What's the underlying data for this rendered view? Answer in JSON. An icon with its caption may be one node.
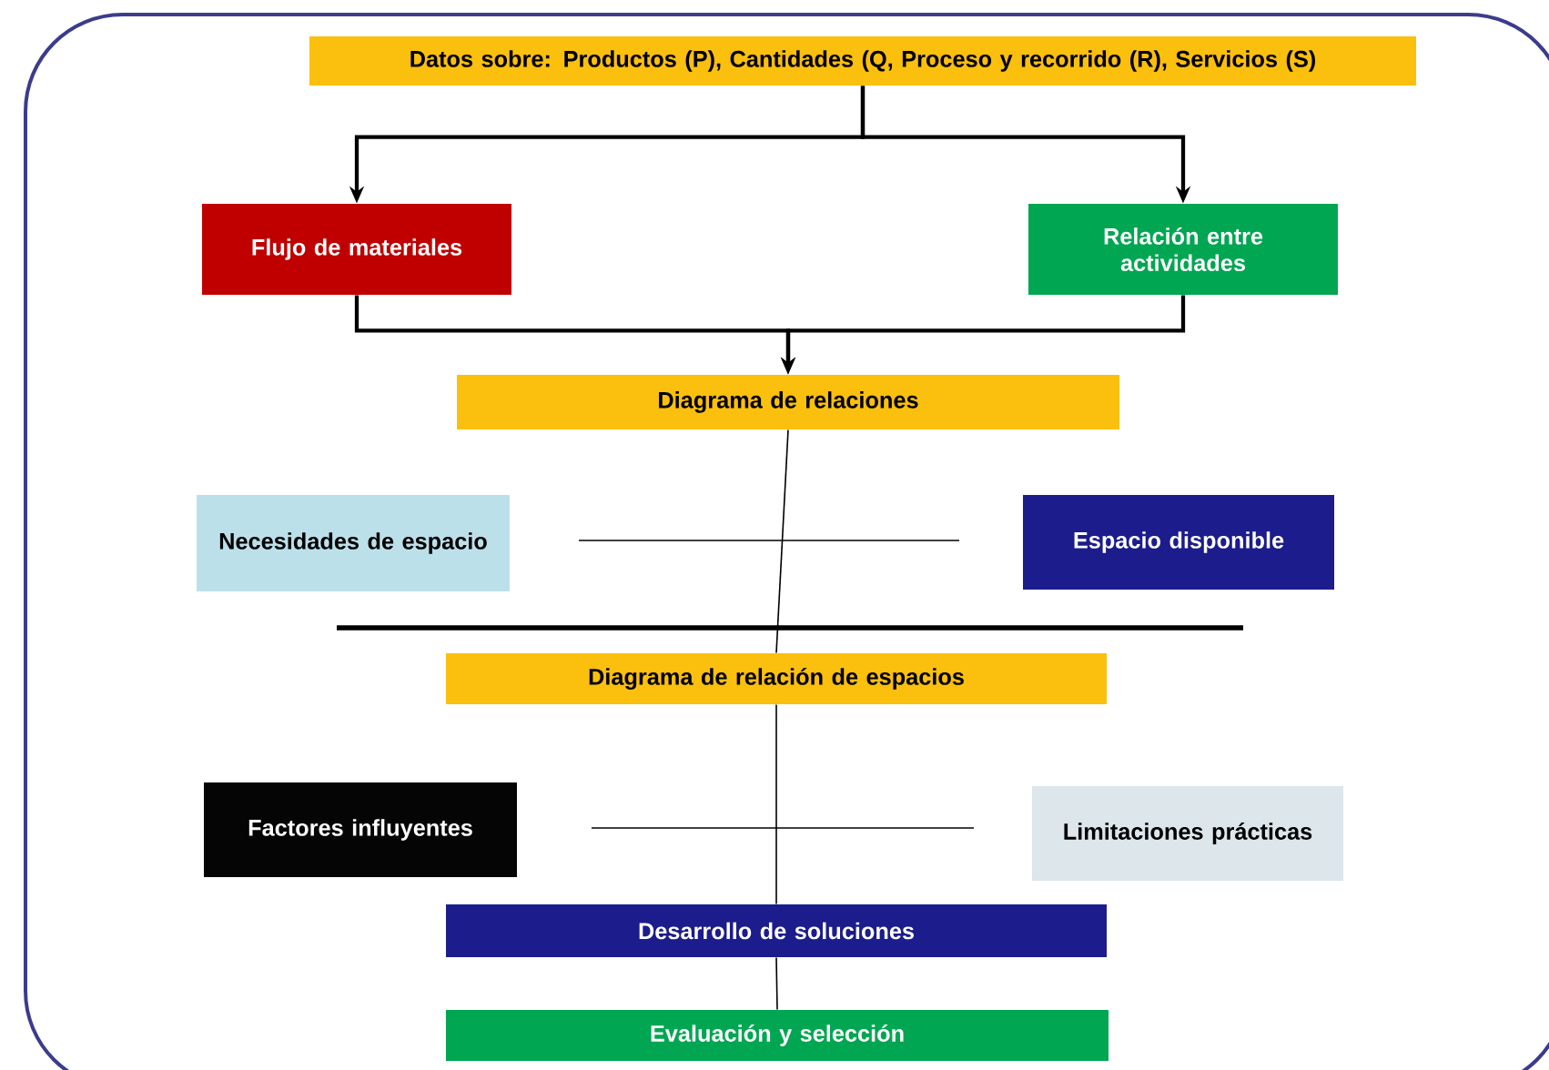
{
  "diagram": {
    "nodes": [
      {
        "text": [
          "Datos sobre: Productos (P), Cantidades (Q, Proceso y recorrido (R), Servicios (S)"
        ]
      },
      {
        "text": [
          "Flujo de materiales"
        ]
      },
      {
        "text": [
          "Relación entre actividades"
        ]
      },
      {
        "text": [
          "Diagrama de relaciones"
        ]
      },
      {
        "text": [
          "Necesidades de espacio"
        ]
      },
      {
        "text": [
          "Espacio disponible"
        ]
      },
      {
        "text": [
          "Diagrama de relación de espacios"
        ]
      },
      {
        "text": [
          "Factores influyentes"
        ]
      },
      {
        "text": [
          "Limitaciones prácticas"
        ]
      },
      {
        "text": [
          "Desarrollo de soluciones"
        ]
      },
      {
        "text": [
          "Evaluación y selección"
        ]
      }
    ],
    "edges": [
      {
        "from": 0,
        "to": 1,
        "arrow": "to"
      },
      {
        "from": 0,
        "to": 2,
        "arrow": "to"
      },
      {
        "from": 1,
        "to": 3,
        "arrow": "to"
      },
      {
        "from": 2,
        "to": 3,
        "arrow": "to"
      },
      {
        "from": 3,
        "to": 6,
        "arrow": "none"
      },
      {
        "from": 6,
        "to": 9,
        "arrow": "none"
      },
      {
        "from": 9,
        "to": 10,
        "arrow": "none"
      }
    ]
  }
}
